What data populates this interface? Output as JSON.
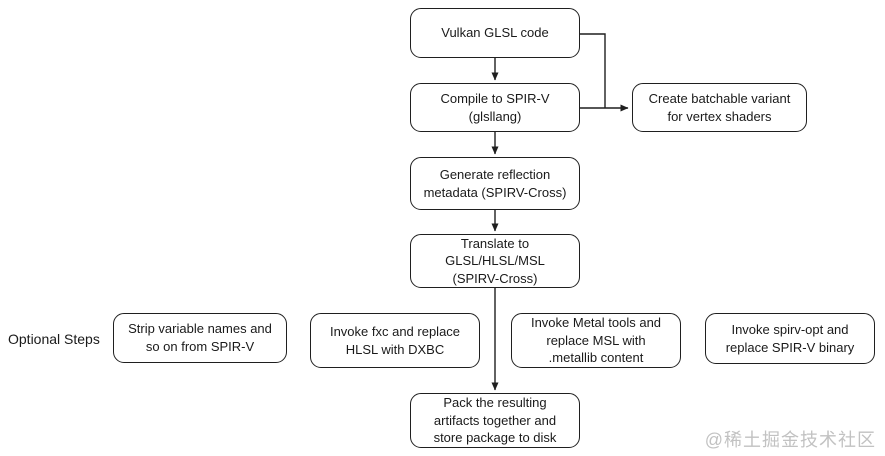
{
  "diagram": {
    "nodes": {
      "vulkan": {
        "label": "Vulkan GLSL code"
      },
      "compile": {
        "label": "Compile to SPIR-V\n(glsllang)"
      },
      "batchable": {
        "label": "Create batchable variant\nfor vertex shaders"
      },
      "reflect": {
        "label": "Generate reflection\nmetadata (SPIRV-Cross)"
      },
      "translate": {
        "label": "Translate to\nGLSL/HLSL/MSL\n(SPIRV-Cross)"
      },
      "strip": {
        "label": "Strip variable names and\nso on from SPIR-V"
      },
      "fxc": {
        "label": "Invoke fxc and replace\nHLSL with DXBC"
      },
      "metal": {
        "label": "Invoke Metal tools and\nreplace MSL with\n.metallib content"
      },
      "spirv_opt": {
        "label": "Invoke spirv-opt and\nreplace SPIR-V binary"
      },
      "pack": {
        "label": "Pack the resulting\nartifacts together and\nstore package to disk"
      }
    },
    "side_label": "Optional Steps",
    "watermark": "@稀土掘金技术社区",
    "colors": {
      "line": "#1f1f1f",
      "text": "#1a1a1a",
      "watermark": "#c2c2c2",
      "background": "#ffffff"
    }
  }
}
